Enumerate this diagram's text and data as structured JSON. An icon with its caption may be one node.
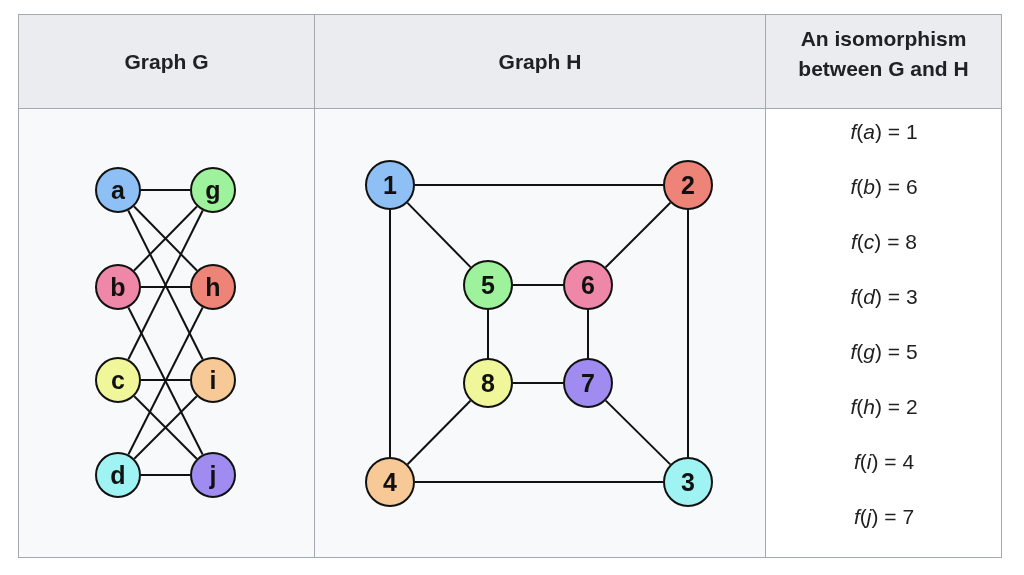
{
  "diagram": {
    "nodes": [
      {
        "text": [
          "a"
        ]
      },
      {
        "text": [
          "g"
        ]
      },
      {
        "text": [
          "b"
        ]
      },
      {
        "text": [
          "h"
        ]
      },
      {
        "text": [
          "c"
        ]
      },
      {
        "text": [
          "i"
        ]
      },
      {
        "text": [
          "d"
        ]
      },
      {
        "text": [
          "j"
        ]
      },
      {
        "text": [
          "1"
        ]
      },
      {
        "text": [
          "2"
        ]
      },
      {
        "text": [
          "5"
        ]
      },
      {
        "text": [
          "6"
        ]
      },
      {
        "text": [
          "8"
        ]
      },
      {
        "text": [
          "7"
        ]
      },
      {
        "text": [
          "4"
        ]
      },
      {
        "text": [
          "3"
        ]
      }
    ],
    "edges": [
      {
        "from": 0,
        "to": 1,
        "arrow": "none"
      },
      {
        "from": 0,
        "to": 3,
        "arrow": "none"
      },
      {
        "from": 0,
        "to": 5,
        "arrow": "none"
      },
      {
        "from": 2,
        "to": 1,
        "arrow": "none"
      },
      {
        "from": 2,
        "to": 3,
        "arrow": "none"
      },
      {
        "from": 2,
        "to": 7,
        "arrow": "none"
      },
      {
        "from": 4,
        "to": 1,
        "arrow": "none"
      },
      {
        "from": 4,
        "to": 5,
        "arrow": "none"
      },
      {
        "from": 4,
        "to": 7,
        "arrow": "none"
      },
      {
        "from": 6,
        "to": 3,
        "arrow": "none"
      },
      {
        "from": 6,
        "to": 5,
        "arrow": "none"
      },
      {
        "from": 6,
        "to": 7,
        "arrow": "none"
      },
      {
        "from": 8,
        "to": 9,
        "arrow": "none"
      },
      {
        "from": 8,
        "to": 10,
        "arrow": "none"
      },
      {
        "from": 8,
        "to": 14,
        "arrow": "none"
      },
      {
        "from": 9,
        "to": 11,
        "arrow": "none"
      },
      {
        "from": 9,
        "to": 15,
        "arrow": "none"
      },
      {
        "from": 10,
        "to": 11,
        "arrow": "none"
      },
      {
        "from": 10,
        "to": 12,
        "arrow": "none"
      },
      {
        "from": 11,
        "to": 13,
        "arrow": "none"
      },
      {
        "from": 12,
        "to": 13,
        "arrow": "none"
      },
      {
        "from": 12,
        "to": 14,
        "arrow": "none"
      },
      {
        "from": 13,
        "to": 15,
        "arrow": "none"
      },
      {
        "from": 14,
        "to": 15,
        "arrow": "none"
      }
    ],
    "labels": [
      "Graph G",
      "Graph H",
      "An isomorphism between G and H",
      "*f*(*a*) = 1",
      "*f*(*b*) = 6",
      "*f*(*c*) = 8",
      "*f*(*d*) = 3",
      "*f*(*g*) = 5",
      "*f*(*h*) = 2",
      "*f*(*i*) = 4",
      "*f*(*j*) = 7"
    ]
  }
}
